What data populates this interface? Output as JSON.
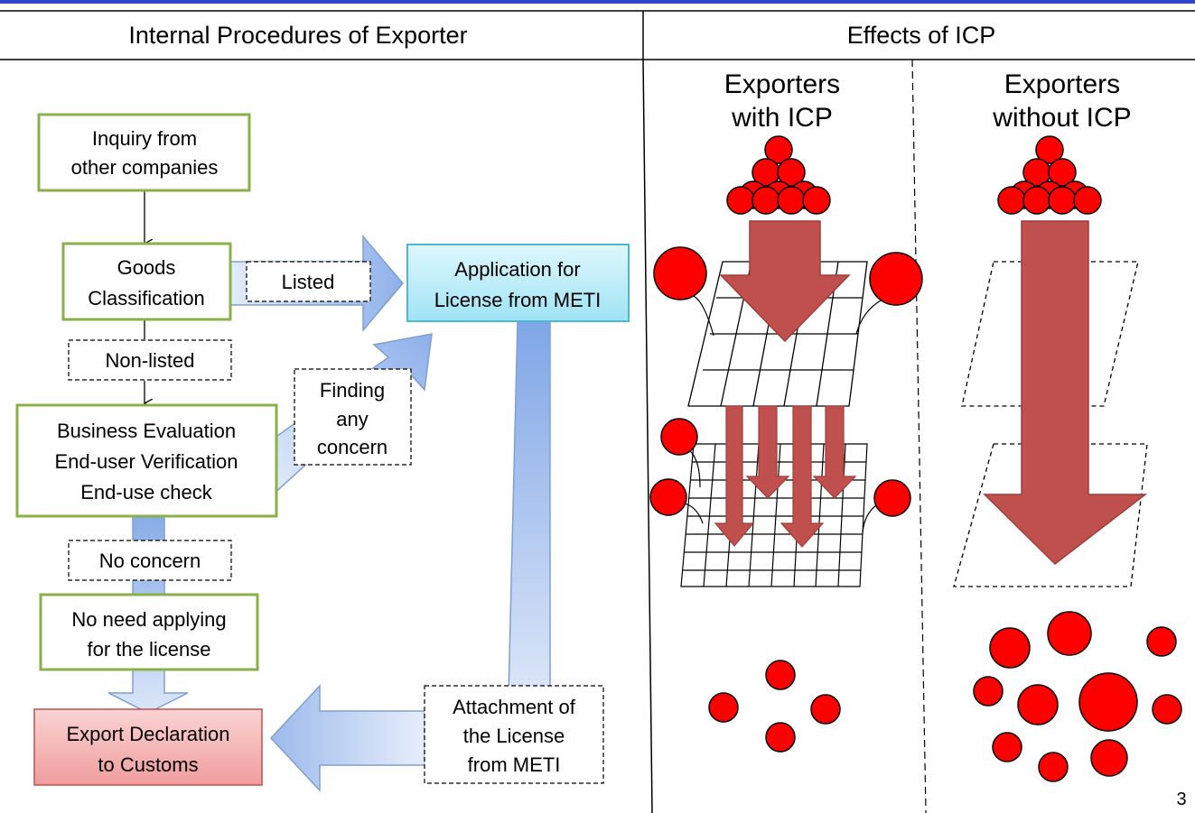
{
  "headers": {
    "left": "Internal Procedures of Exporter",
    "right": "Effects of ICP"
  },
  "flow": {
    "inquiry": [
      "Inquiry from",
      "other companies"
    ],
    "goods": [
      "Goods",
      "Classification"
    ],
    "listed": "Listed",
    "application": [
      "Application for",
      "License from METI"
    ],
    "non_listed": "Non-listed",
    "business": [
      "Business Evaluation",
      "End-user Verification",
      "End-use check"
    ],
    "finding": [
      "Finding",
      "any",
      "concern"
    ],
    "no_concern": "No concern",
    "no_need": [
      "No need applying",
      "for the license"
    ],
    "export": [
      "Export Declaration",
      "to Customs"
    ],
    "attachment": [
      "Attachment of",
      "the License",
      "from METI"
    ]
  },
  "effects": {
    "with_icp": [
      "Exporters",
      "with ICP"
    ],
    "without_icp": [
      "Exporters",
      "without ICP"
    ]
  },
  "page_number": "3",
  "colors": {
    "top_line": "#3344cc",
    "box_border": "#8ab04a",
    "app_fill": "#bff0fa",
    "app_border": "#4cb8d6",
    "export_fill": "#f7b6b6",
    "export_border": "#c0504d",
    "arrow_fill": "#a9c6ec",
    "arrow_border": "#7f9fd0",
    "red_ball": "#ff0000",
    "big_arrow": "#c0504d"
  }
}
